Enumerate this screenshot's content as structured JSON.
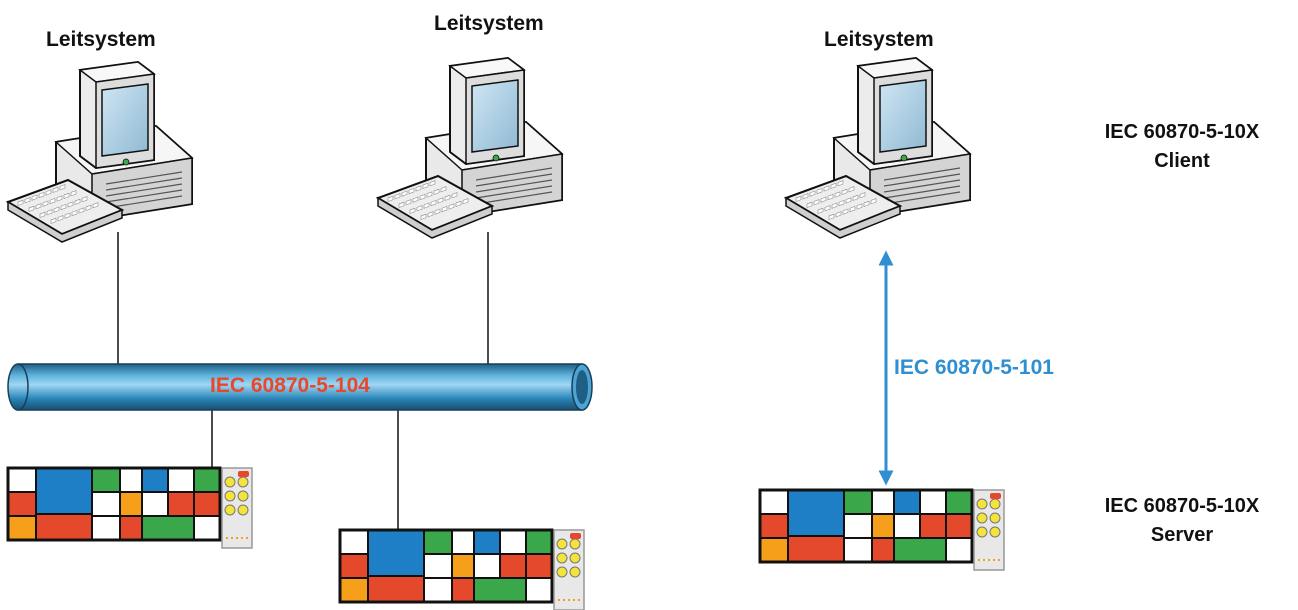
{
  "stations": [
    {
      "label": "Leitsystem"
    },
    {
      "label": "Leitsystem"
    },
    {
      "label": "Leitsystem"
    }
  ],
  "bus": {
    "label": "IEC 60870-5-104",
    "label_color": "#e9472b",
    "pipe_color": "#2a86b8"
  },
  "serial_link": {
    "label": "IEC 60870-5-101",
    "color": "#2f8fd0"
  },
  "roles": {
    "client": {
      "line1": "IEC 60870-5-10X",
      "line2": "Client"
    },
    "server": {
      "line1": "IEC 60870-5-10X",
      "line2": "Server"
    }
  },
  "device_colors": {
    "blue": "#1e7fc6",
    "green": "#3aa84a",
    "red": "#e5492b",
    "orange": "#f59f1a",
    "yellow": "#f3e33a"
  }
}
